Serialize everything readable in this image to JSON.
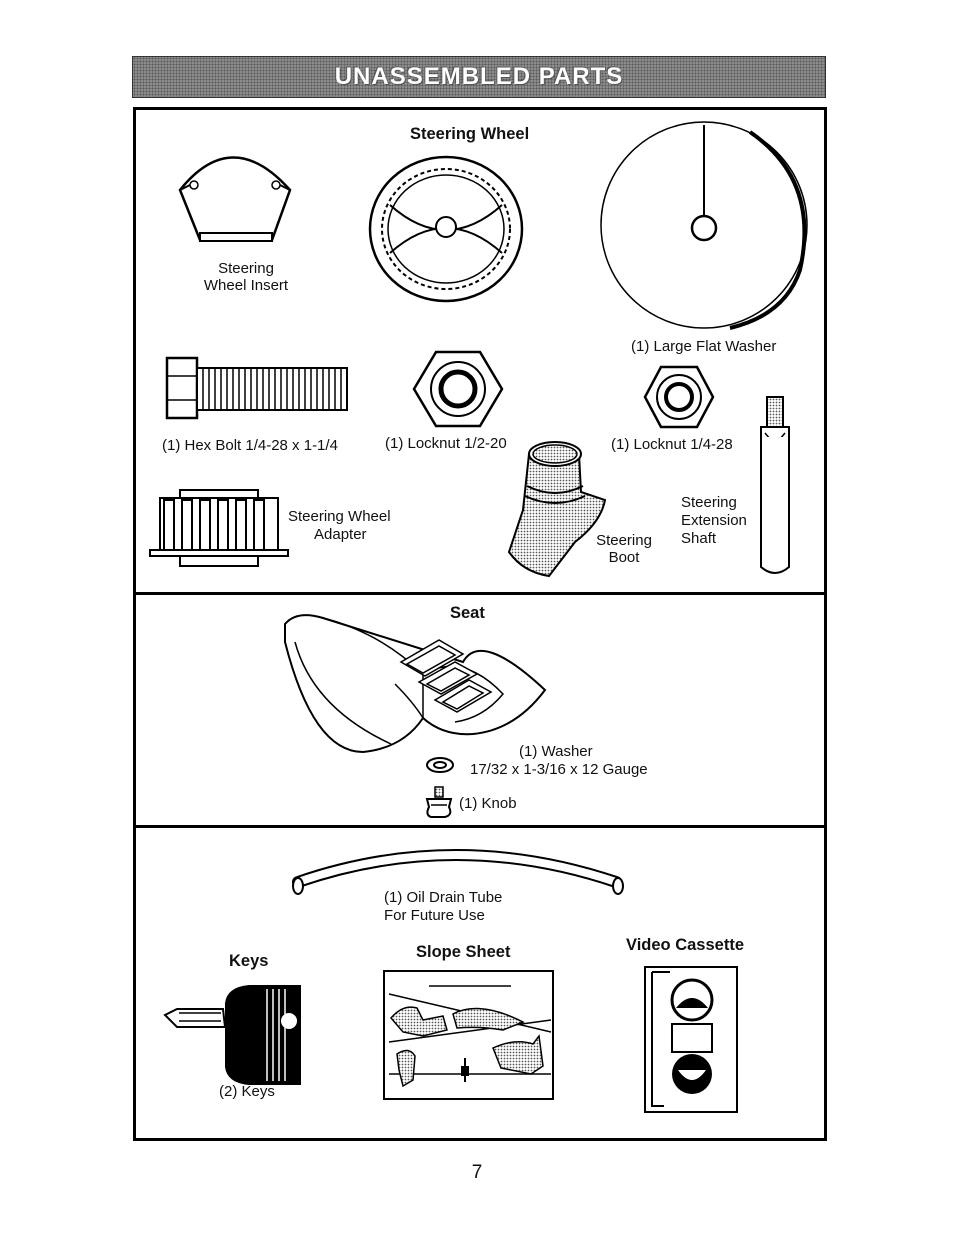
{
  "header": {
    "title": "UNASSEMBLED PARTS"
  },
  "steering": {
    "heading": "Steering Wheel",
    "insert_line1": "Steering",
    "insert_line2": "Wheel Insert",
    "large_washer": "(1) Large Flat Washer",
    "hex_bolt": "(1) Hex Bolt  1/4-28 x 1-1/4",
    "locknut_half": "(1) Locknut  1/2-20",
    "locknut_quarter": "(1) Locknut  1/4-28",
    "adapter_line1": "Steering Wheel",
    "adapter_line2": "Adapter",
    "boot_line1": "Steering",
    "boot_line2": "Boot",
    "shaft_line1": "Steering",
    "shaft_line2": "Extension",
    "shaft_line3": "Shaft"
  },
  "seat": {
    "heading": "Seat",
    "washer_line1": "(1) Washer",
    "washer_line2": "17/32 x 1-3/16 x 12 Gauge",
    "knob": "(1) Knob"
  },
  "misc": {
    "tube_line1": "(1) Oil Drain Tube",
    "tube_line2": "For Future Use",
    "keys_heading": "Keys",
    "keys_label": "(2) Keys",
    "slope_heading": "Slope Sheet",
    "video_heading": "Video Cassette"
  },
  "page": {
    "number": "7"
  }
}
